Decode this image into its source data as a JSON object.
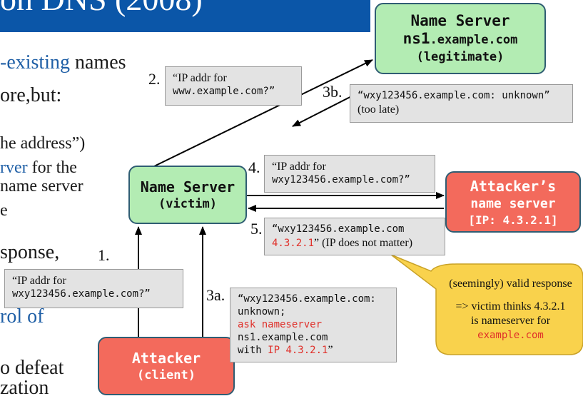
{
  "slide": {
    "title_fragment": "on DNS (2008)",
    "background_lines": [
      {
        "pre": "",
        "blue": "-existing",
        "post": " names"
      },
      {
        "pre": "ore,but:",
        "blue": "",
        "post": ""
      },
      {
        "pre": "he address”)",
        "blue": "",
        "post": ""
      },
      {
        "pre": "",
        "blue": "rver",
        "post": " for the"
      },
      {
        "pre": " name server",
        "blue": "",
        "post": ""
      },
      {
        "pre": "e",
        "blue": "",
        "post": ""
      },
      {
        "pre": "sponse,",
        "blue": "",
        "post": ""
      },
      {
        "pre": "",
        "blue": "rol of",
        "post": ""
      },
      {
        "pre": "o defeat",
        "blue": "",
        "post": ""
      },
      {
        "pre": "zation",
        "blue": "",
        "post": ""
      }
    ]
  },
  "nodes": {
    "legit": {
      "line1": "Name Server",
      "line2a": "ns1",
      "line2b": ".example.com",
      "line3": "(legitimate)"
    },
    "victim": {
      "line1": "Name Server",
      "line2": "(victim)"
    },
    "attacker_ns": {
      "line1": "Attacker’s",
      "line2": "name server",
      "line3": "[IP: 4.3.2.1]"
    },
    "attacker_client": {
      "line1": "Attacker",
      "line2": "(client)"
    }
  },
  "steps": {
    "s1": "1.",
    "s2": "2.",
    "s3a": "3a.",
    "s3b": "3b.",
    "s4": "4.",
    "s5": "5."
  },
  "messages": {
    "m1": {
      "l1": "“IP addr for",
      "l2": "wxy123456.example.com?”"
    },
    "m2": {
      "l1": "“IP addr for",
      "l2": "www.example.com?”"
    },
    "m3b": {
      "l1_mono": "“wxy123456.example.com: unknown”",
      "l2": "(too late)"
    },
    "m4": {
      "l1": "“IP addr for",
      "l2": "wxy123456.example.com?”"
    },
    "m5": {
      "l1": "“wxy123456.example.com",
      "l2_red": "4.3.2.1",
      "l2_rest": "” (IP does not matter)"
    },
    "m3a": {
      "l1": "“wxy123456.example.com:",
      "l2": "unknown;",
      "l3": "ask nameserver",
      "l4": "ns1.example.com",
      "l5a": "with ",
      "l5b": "IP 4.3.2.1",
      "l5c": "”"
    }
  },
  "callout": {
    "line1": "(seemingly) valid response",
    "line2": "=> victim thinks 4.3.2.1",
    "line3": "is nameserver for",
    "line4": "example.com"
  },
  "colors": {
    "title_bg": "#0b56a8",
    "blue_text": "#1f5fa6",
    "server_green": "#b3ecb3",
    "attacker_red": "#f36a5c",
    "msg_grey": "#e3e3e3",
    "callout_yellow": "#f9d24c",
    "highlight_red": "#e0302a"
  }
}
